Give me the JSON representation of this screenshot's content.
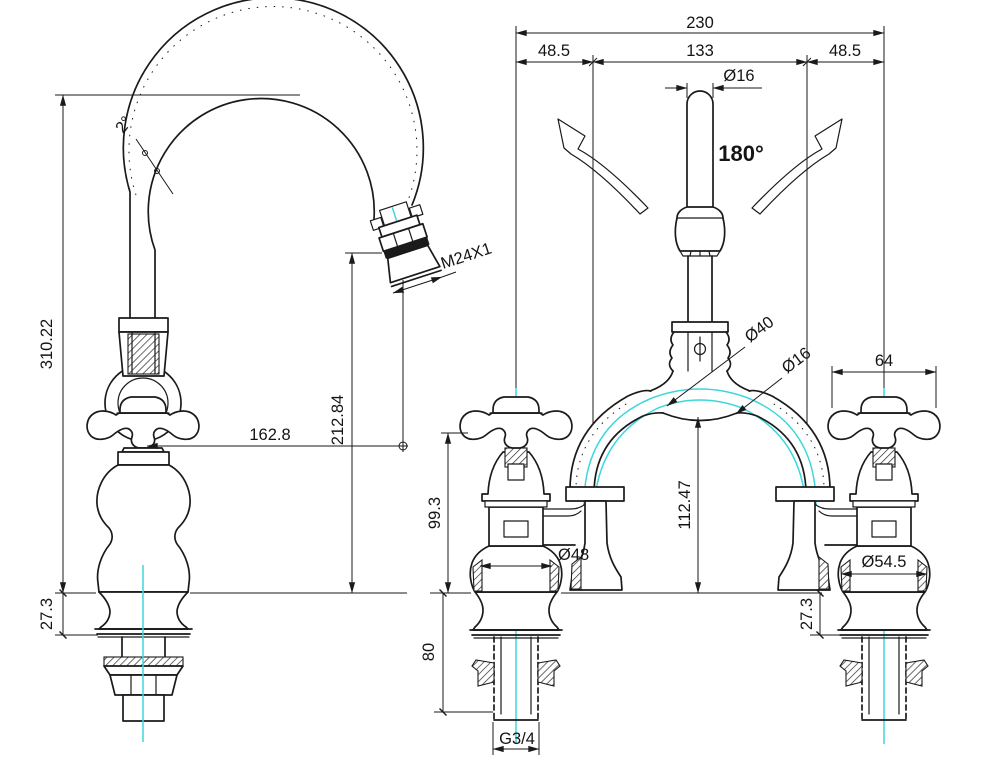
{
  "drawing": {
    "type": "technical-dimension-drawing",
    "subject": "two-handle bridge faucet, side view and front view",
    "colors": {
      "background": "#ffffff",
      "line": "#1a1a1a",
      "centerline": "#3cd7dd"
    },
    "left_view": {
      "overall_height": "310.22",
      "base_height": "27.3",
      "spout_reach": "162.8",
      "outlet_height": "212.84",
      "aerator_thread": "M24X1",
      "spout_taper_angle": "2°"
    },
    "right_view": {
      "overall_width": "230",
      "left_offset": "48.5",
      "center_spacing": "133",
      "right_offset": "48.5",
      "spout_diameter": "Ø16",
      "swivel_angle": "180°",
      "column_diameter": "Ø40",
      "tube_diameter": "Ø16",
      "handle_width": "64",
      "spout_clearance": "112.47",
      "valve_height": "99.3",
      "left_base_diameter": "Ø48",
      "right_base_diameter": "Ø54.5",
      "escutcheon_height": "27.3",
      "tailpiece_length": "80",
      "inlet_thread": "G3/4"
    }
  }
}
